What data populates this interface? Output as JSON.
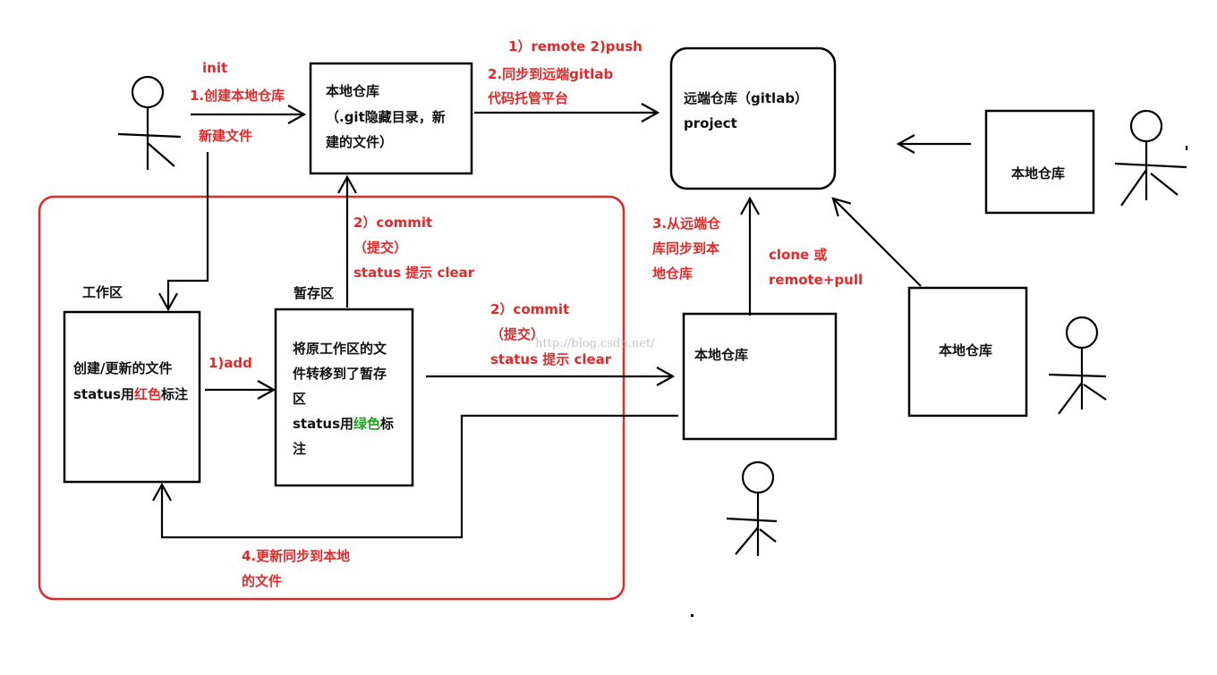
{
  "init_label": "init",
  "create_local_repo_label": "1.创建本地仓库",
  "new_file_label": "新建文件",
  "local_repo_main": {
    "title": "本地仓库",
    "line2": "（.git隐藏目录，新",
    "line3": "建的文件）"
  },
  "remote_push_label": "1）remote 2)push",
  "sync_remote_line1": "2.同步到远端gitlab",
  "sync_remote_line2": "代码托管平台",
  "remote_repo": {
    "line1": "远端仓库（gitlab）",
    "line2": "project"
  },
  "local_repo_right": "本地仓库",
  "commit_top": {
    "line1": "2）commit",
    "line2": "（提交）",
    "line3": "status 提示 clear"
  },
  "sync_local": {
    "line1": "3.从远端仓",
    "line2": "库同步到本",
    "line3": "地仓库"
  },
  "clone_label": "clone   或",
  "remote_pull_label": "remote+pull",
  "workspace_label": "工作区",
  "staging_label": "暂存区",
  "workspace_box": {
    "line1": "创建/更新的文件",
    "line2_prefix": "status用",
    "line2_color": "红色",
    "line2_suffix": "标注"
  },
  "add_label": "1)add",
  "staging_box": {
    "line1": "将原工作区的文",
    "line2": "件转移到了暂存",
    "line3": "区",
    "line4_prefix": "status用",
    "line4_color": "绿色",
    "line4_suffix": "标",
    "line5": "注"
  },
  "commit_mid": {
    "line1": "2）commit",
    "line2": "（提交）",
    "line3": "status 提示 clear"
  },
  "local_repo_center": "本地仓库",
  "local_repo_mid_right": "本地仓库",
  "update_sync": {
    "line1": "4.更新同步到本地",
    "line2": "的文件"
  },
  "watermark": "http://blog.csdn.net/",
  "colors": {
    "annotation_red": "#e02a2a",
    "highlight_green": "#1aa01a",
    "ink": "#000000"
  }
}
